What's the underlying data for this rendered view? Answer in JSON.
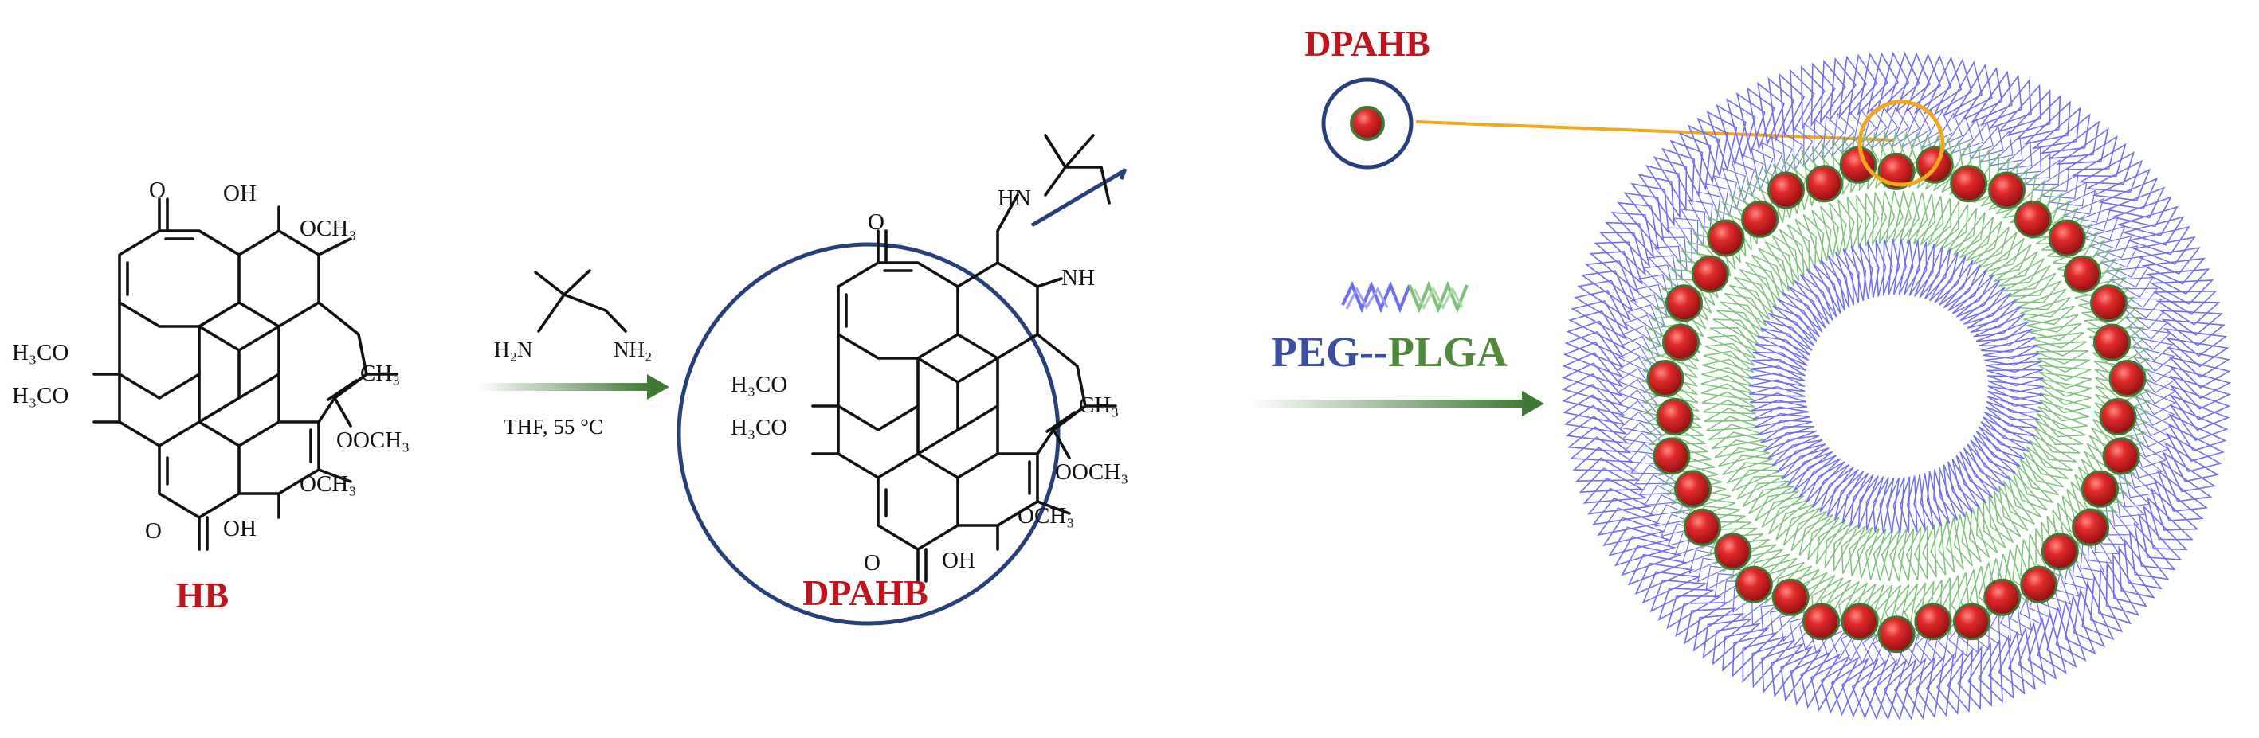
{
  "hb": {
    "name": "HB",
    "labels": {
      "o_top": "O",
      "oh_top": "OH",
      "och3_upper": "OCH₃",
      "h3co_upper": "H₃CO",
      "ch3": "CH₃",
      "h3co_lower": "H₃CO",
      "ooch3": "OOCH₃",
      "och3_lower": "OCH₃",
      "o_bottom": "O",
      "oh_bottom": "OH"
    }
  },
  "reaction": {
    "reagent_nh2_left": "H₂N",
    "reagent_nh2_right": "NH₂",
    "conditions": "THF, 55 °C"
  },
  "dpahb": {
    "name": "DPAHB",
    "labels": {
      "hn": "HN",
      "nh": "NH",
      "o_top": "O",
      "h3co_upper": "H₃CO",
      "ch3": "CH₃",
      "h3co_lower": "H₃CO",
      "ooch3": "OOCH₃",
      "och3": "OCH₃",
      "o_bottom": "O",
      "oh_bottom": "OH"
    }
  },
  "zoom_label": "DPAHB",
  "polymer": {
    "peg": "PEG",
    "separator": "--",
    "plga": "PLGA"
  },
  "colors": {
    "title_red": "#c0141c",
    "peg_blue": "#3a4fa3",
    "plga_green": "#4e8a3a",
    "arrow_green": "#3f7a35",
    "circle_navy": "#26407e",
    "lens_orange": "#f2a81d",
    "shell_blue": "#6d6cf2",
    "shell_green": "#79c276",
    "bead_red": "#c4161c"
  }
}
